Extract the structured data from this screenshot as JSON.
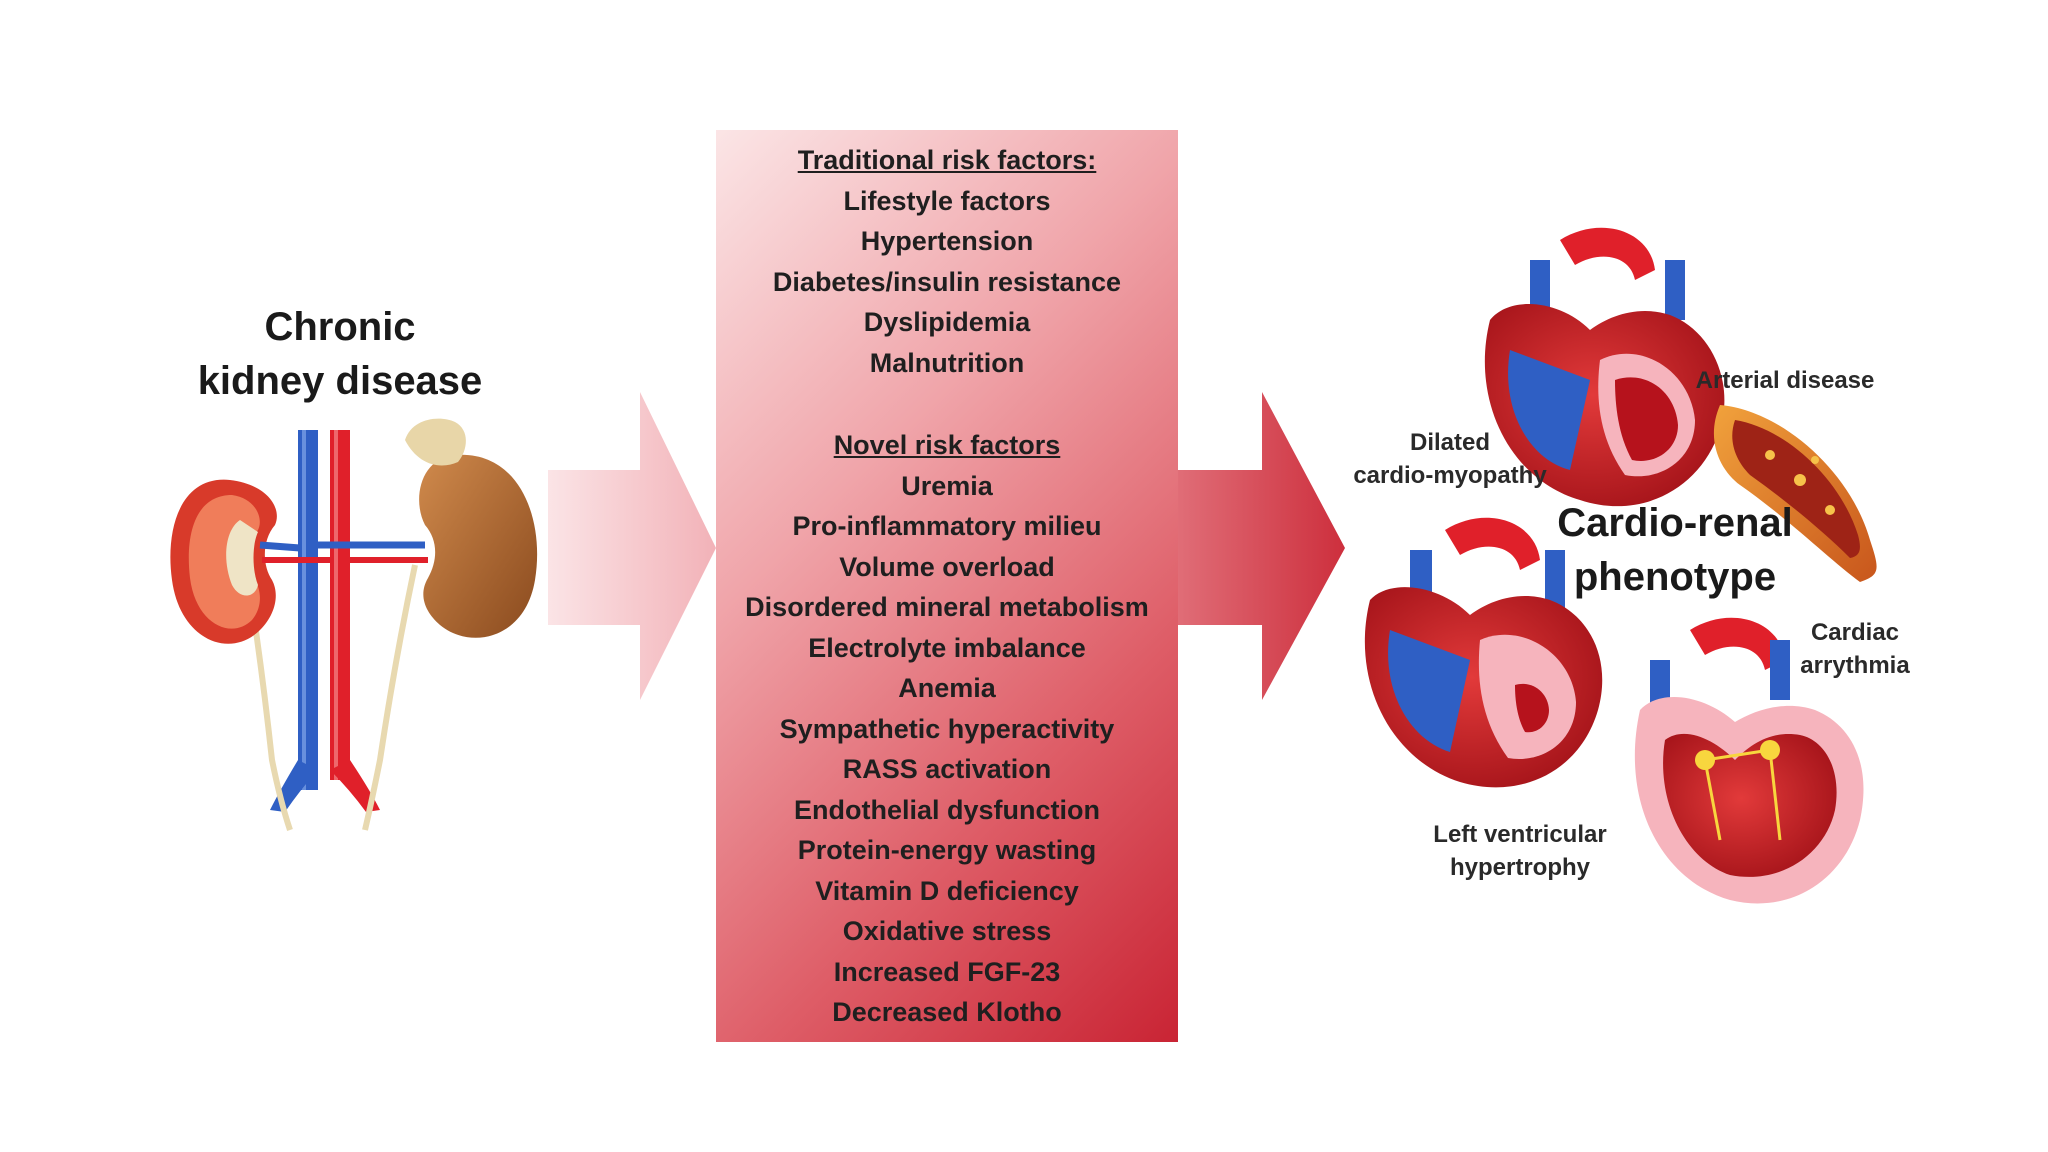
{
  "left": {
    "title_line1": "Chronic",
    "title_line2": "kidney disease"
  },
  "traditional": {
    "heading": "Traditional risk factors:",
    "items": [
      "Lifestyle factors",
      "Hypertension",
      "Diabetes/insulin resistance",
      "Dyslipidemia",
      "Malnutrition"
    ]
  },
  "novel": {
    "heading": "Novel risk factors",
    "items": [
      "Uremia",
      "Pro-inflammatory milieu",
      "Volume overload",
      "Disordered mineral metabolism",
      "Electrolyte imbalance",
      "Anemia",
      "Sympathetic hyperactivity",
      "RASS activation",
      "Endothelial dysfunction",
      "Protein-energy wasting",
      "Vitamin D deficiency",
      "Oxidative stress",
      "Increased FGF-23",
      "Decreased Klotho"
    ]
  },
  "right": {
    "title_line1": "Cardio-renal",
    "title_line2": "phenotype",
    "dilated_line1": "Dilated",
    "dilated_line2": "cardio-myopathy",
    "arterial": "Arterial disease",
    "lvh_line1": "Left ventricular",
    "lvh_line2": "hypertrophy",
    "arrhythmia_line1": "Cardiac",
    "arrhythmia_line2": "arrythmia"
  },
  "colors": {
    "box_light": "#fbe5e6",
    "box_dark": "#c92434",
    "arrow_left": "#f6c9cc",
    "arrow_right": "#d44652",
    "vein_blue": "#2f5fc4",
    "artery_red": "#e0202a"
  }
}
